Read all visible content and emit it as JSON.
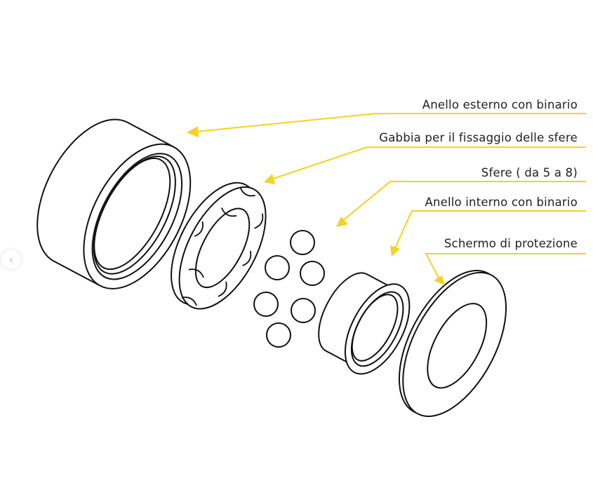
{
  "labels": [
    "Anello esterno con binario",
    "Gabbia per il fissaggio delle sfere",
    "Sfere ( da 5 a 8)",
    "Anello interno con binario",
    "Schermo di protezione"
  ],
  "carousel": {
    "prev_icon": "chevron-left-icon",
    "prev_glyph": "‹"
  },
  "colors": {
    "leader": "#f5d21e",
    "line": "#111111"
  }
}
